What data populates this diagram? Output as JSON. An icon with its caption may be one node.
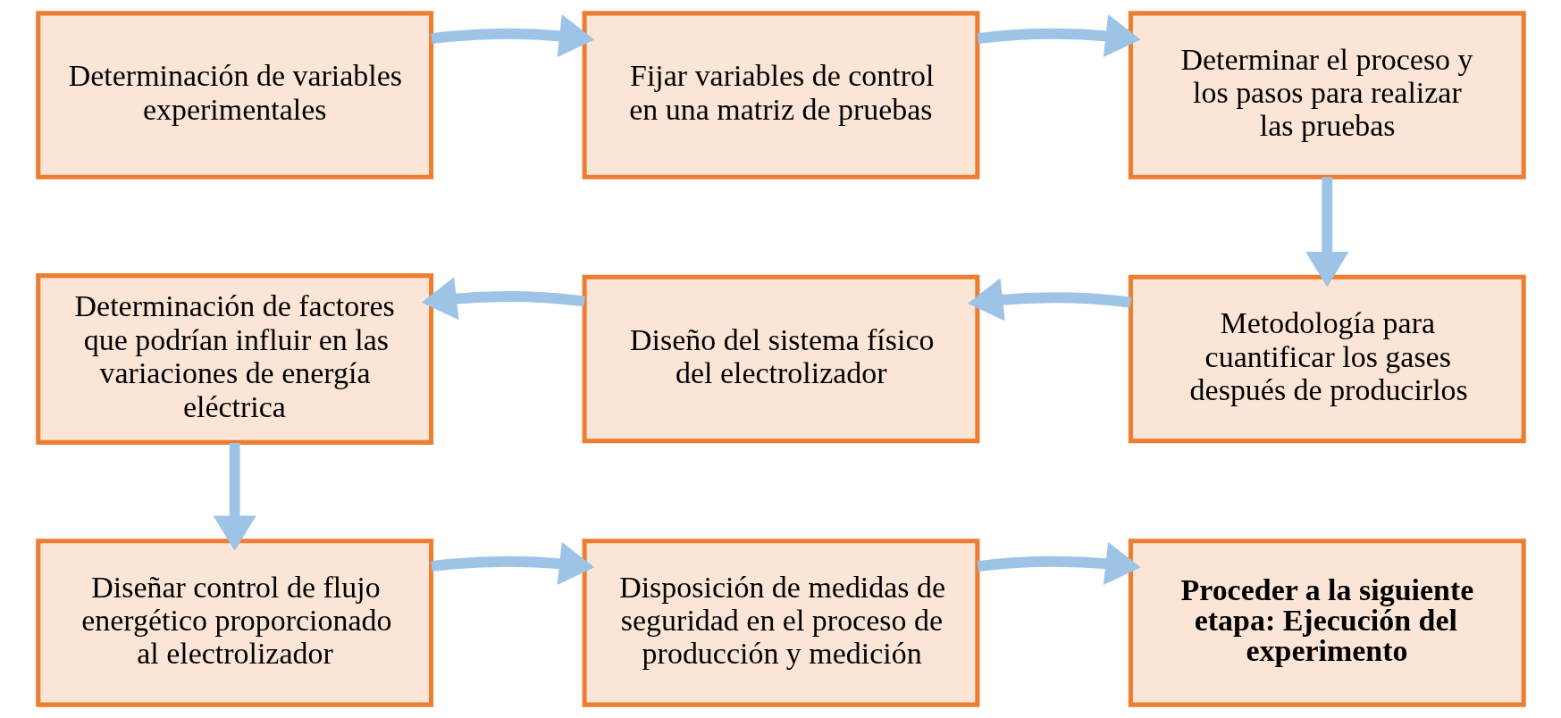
{
  "diagram": {
    "nodes": [
      {
        "text": [
          "Determinación de variables experimentales"
        ]
      },
      {
        "text": [
          "Fijar variables de control en una matriz de pruebas"
        ]
      },
      {
        "text": [
          "Determinar el proceso y los pasos para realizar las pruebas"
        ]
      },
      {
        "text": [
          "Determinación de factores que podrían influir en las variaciones de energía eléctrica"
        ]
      },
      {
        "text": [
          "Diseño del sistema físico del electrolizador"
        ]
      },
      {
        "text": [
          "Metodología para cuantificar los gases después de producirlos"
        ]
      },
      {
        "text": [
          "Diseñar control de flujo energético proporcionado al electrolizador"
        ]
      },
      {
        "text": [
          "Disposición de medidas de seguridad en el proceso de producción y medición"
        ]
      },
      {
        "text": [
          "Proceder a la siguiente etapa: Ejecución del experimento"
        ]
      }
    ],
    "edges": [
      {
        "from": 0,
        "to": 1,
        "arrow": "to"
      },
      {
        "from": 1,
        "to": 2,
        "arrow": "to"
      },
      {
        "from": 2,
        "to": 5,
        "arrow": "to"
      },
      {
        "from": 5,
        "to": 4,
        "arrow": "to"
      },
      {
        "from": 4,
        "to": 3,
        "arrow": "to"
      },
      {
        "from": 3,
        "to": 6,
        "arrow": "to"
      },
      {
        "from": 6,
        "to": 7,
        "arrow": "to"
      },
      {
        "from": 7,
        "to": 8,
        "arrow": "to"
      }
    ]
  }
}
